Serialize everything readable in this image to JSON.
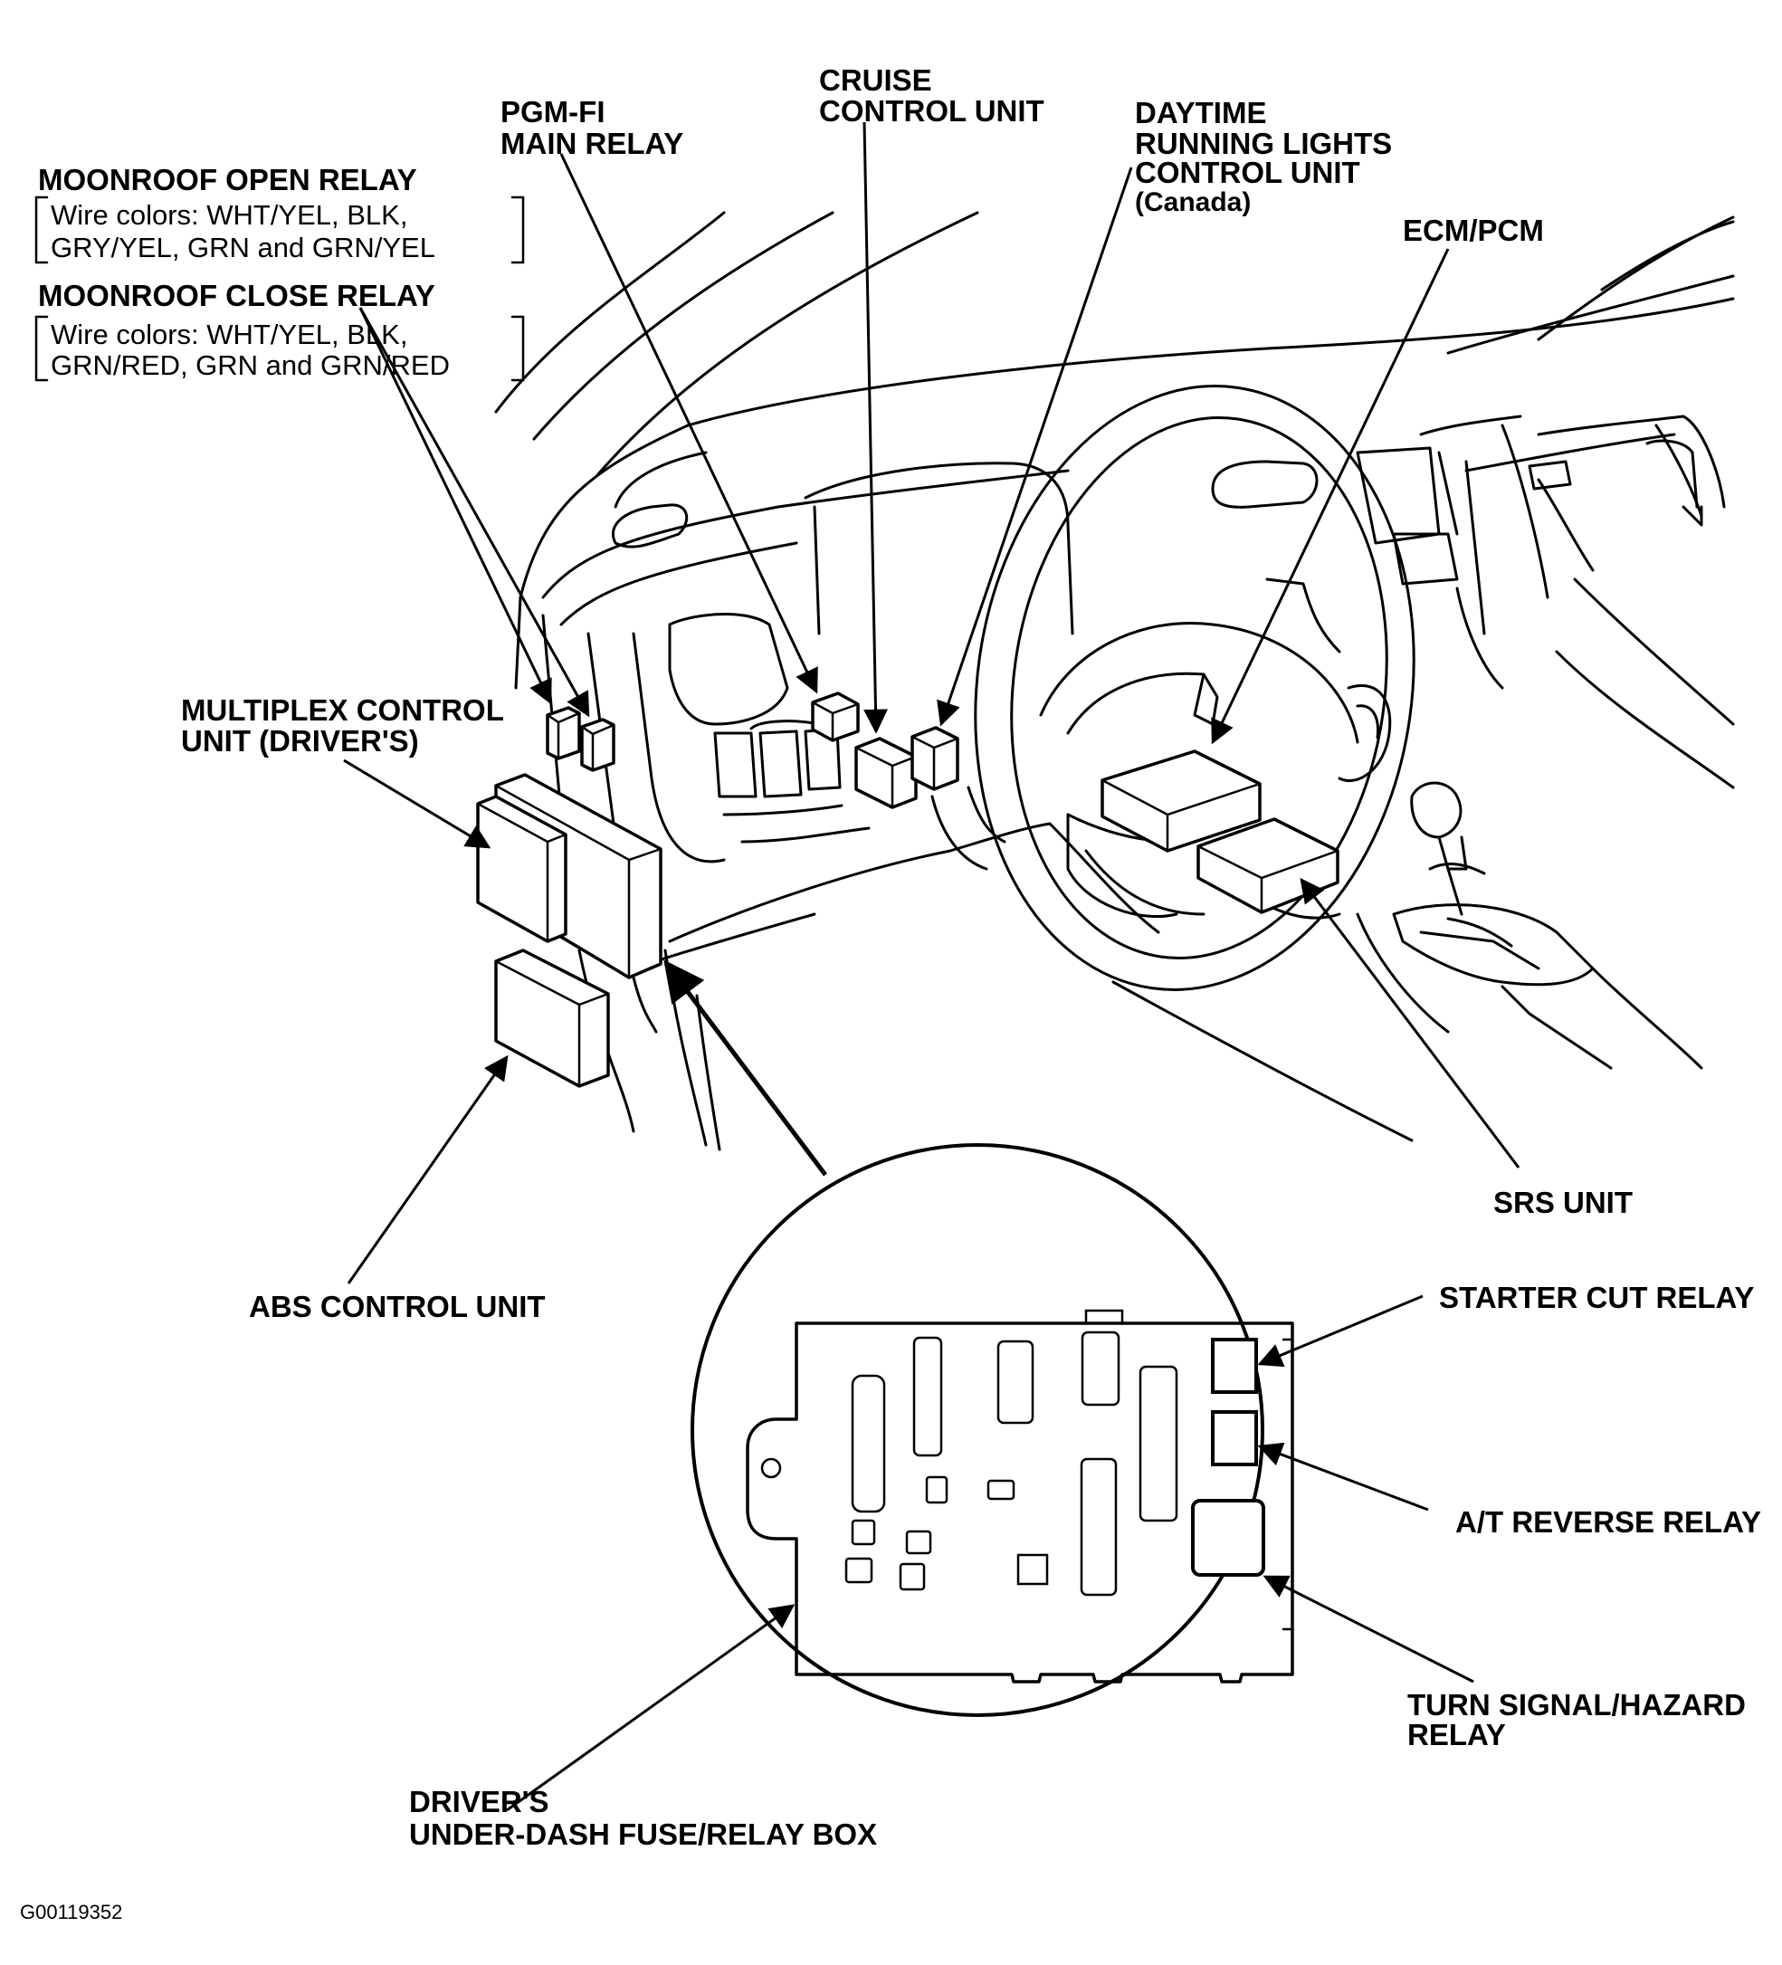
{
  "labels": {
    "moonroof_open_relay": "MOONROOF OPEN RELAY",
    "moonroof_open_wires_1": "Wire colors: WHT/YEL, BLK,",
    "moonroof_open_wires_2": "GRY/YEL, GRN and GRN/YEL",
    "moonroof_close_relay": "MOONROOF CLOSE RELAY",
    "moonroof_close_wires_1": "Wire colors: WHT/YEL, BLK,",
    "moonroof_close_wires_2": "GRN/RED, GRN and GRN/RED",
    "pgm_fi_1": "PGM-FI",
    "pgm_fi_2": "MAIN RELAY",
    "cruise_1": "CRUISE",
    "cruise_2": "CONTROL UNIT",
    "drl_1": "DAYTIME",
    "drl_2": "RUNNING LIGHTS",
    "drl_3": "CONTROL UNIT",
    "drl_4": "(Canada)",
    "ecm_pcm": "ECM/PCM",
    "multiplex_1": "MULTIPLEX CONTROL",
    "multiplex_2": "UNIT (DRIVER'S)",
    "abs": "ABS CONTROL UNIT",
    "srs": "SRS UNIT",
    "starter_cut": "STARTER CUT RELAY",
    "at_reverse": "A/T REVERSE RELAY",
    "turn_signal_1": "TURN SIGNAL/HAZARD",
    "turn_signal_2": "RELAY",
    "fuse_box_1": "DRIVER'S",
    "fuse_box_2": "UNDER-DASH FUSE/RELAY BOX",
    "figure_code": "G00119352"
  }
}
